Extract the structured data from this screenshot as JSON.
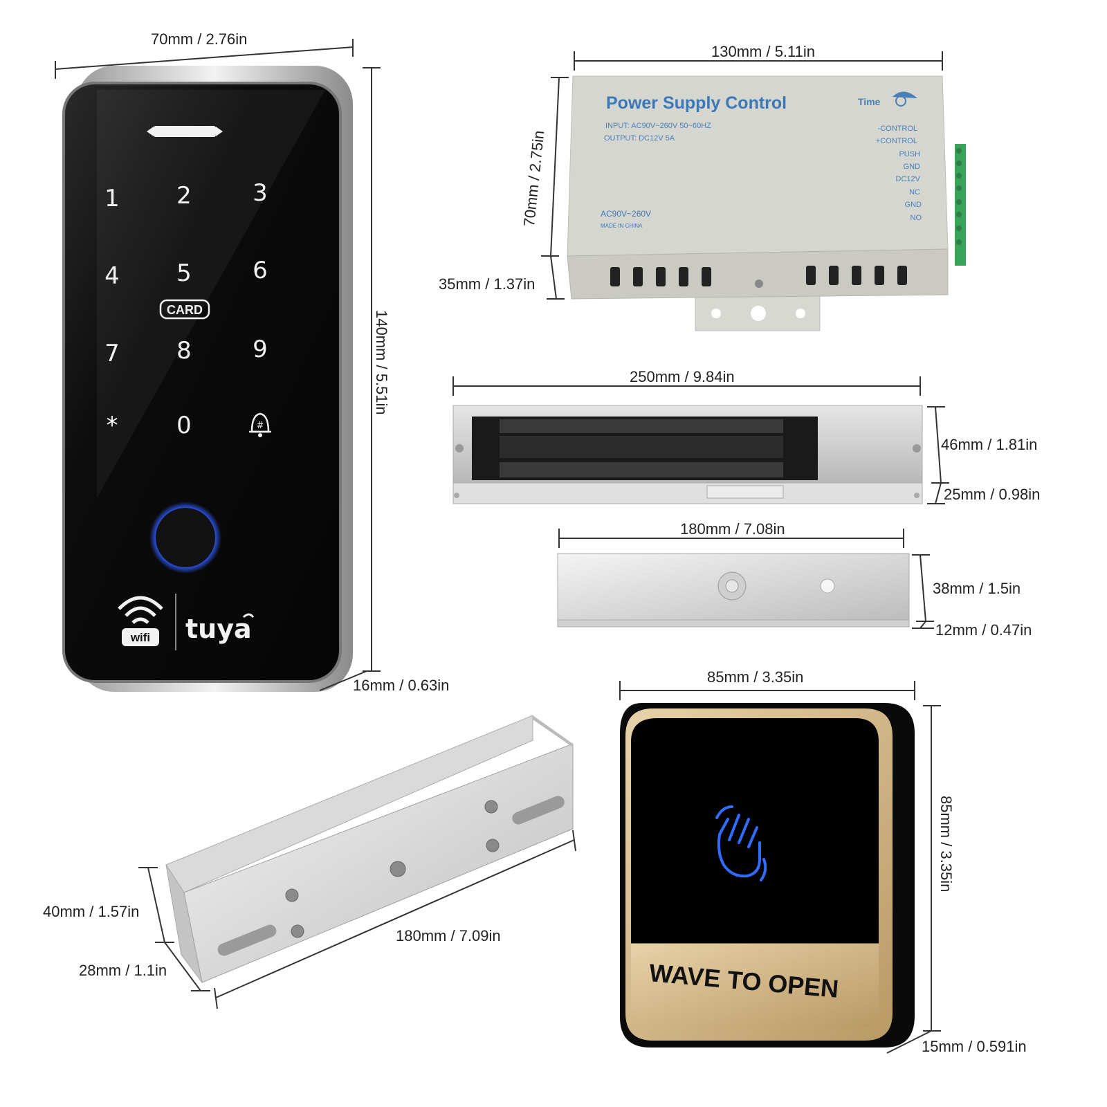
{
  "dimensions": {
    "keypad_width": "70mm / 2.76in",
    "keypad_height": "140mm / 5.51in",
    "keypad_depth": "16mm / 0.63in",
    "psu_width": "130mm / 5.11in",
    "psu_height": "70mm / 2.75in",
    "psu_depth": "35mm / 1.37in",
    "lock_width": "250mm / 9.84in",
    "lock_height": "46mm / 1.81in",
    "lock_depth": "25mm / 0.98in",
    "plate_width": "180mm / 7.08in",
    "plate_height": "38mm / 1.5in",
    "plate_depth": "12mm / 0.47in",
    "bracket_height": "40mm / 1.57in",
    "bracket_depth": "28mm / 1.1in",
    "bracket_length": "180mm / 7.09in",
    "button_width": "85mm / 3.35in",
    "button_height": "85mm / 3.35in",
    "button_depth": "15mm / 0.591in"
  },
  "keypad": {
    "keys": [
      "1",
      "2",
      "3",
      "4",
      "5",
      "6",
      "7",
      "8",
      "9",
      "*",
      "0"
    ],
    "card_label": "CARD",
    "wifi_label": "wifi",
    "brand": "tuya",
    "icons": [
      "bell-icon",
      "wifi-icon",
      "fingerprint-sensor"
    ]
  },
  "psu": {
    "title": "Power Supply Control",
    "input": "INPUT:  AC90V~260V 50~60HZ",
    "output": "OUTPUT:  DC12V  5A",
    "ac_label": "AC90V~260V",
    "made_in": "MADE IN CHINA",
    "time_label": "Time",
    "terminals": [
      "-CONTROL",
      "+CONTROL",
      "PUSH",
      "GND",
      "DC12V",
      "NC",
      "GND",
      "NO"
    ]
  },
  "button": {
    "label": "WAVE TO OPEN",
    "icon": "hand-wave-icon"
  },
  "colors": {
    "psu_text": "#3b78b8",
    "terminal_green": "#3aa35a",
    "button_gold": "#d4b88a",
    "fingerprint_ring": "#2f5bff"
  }
}
